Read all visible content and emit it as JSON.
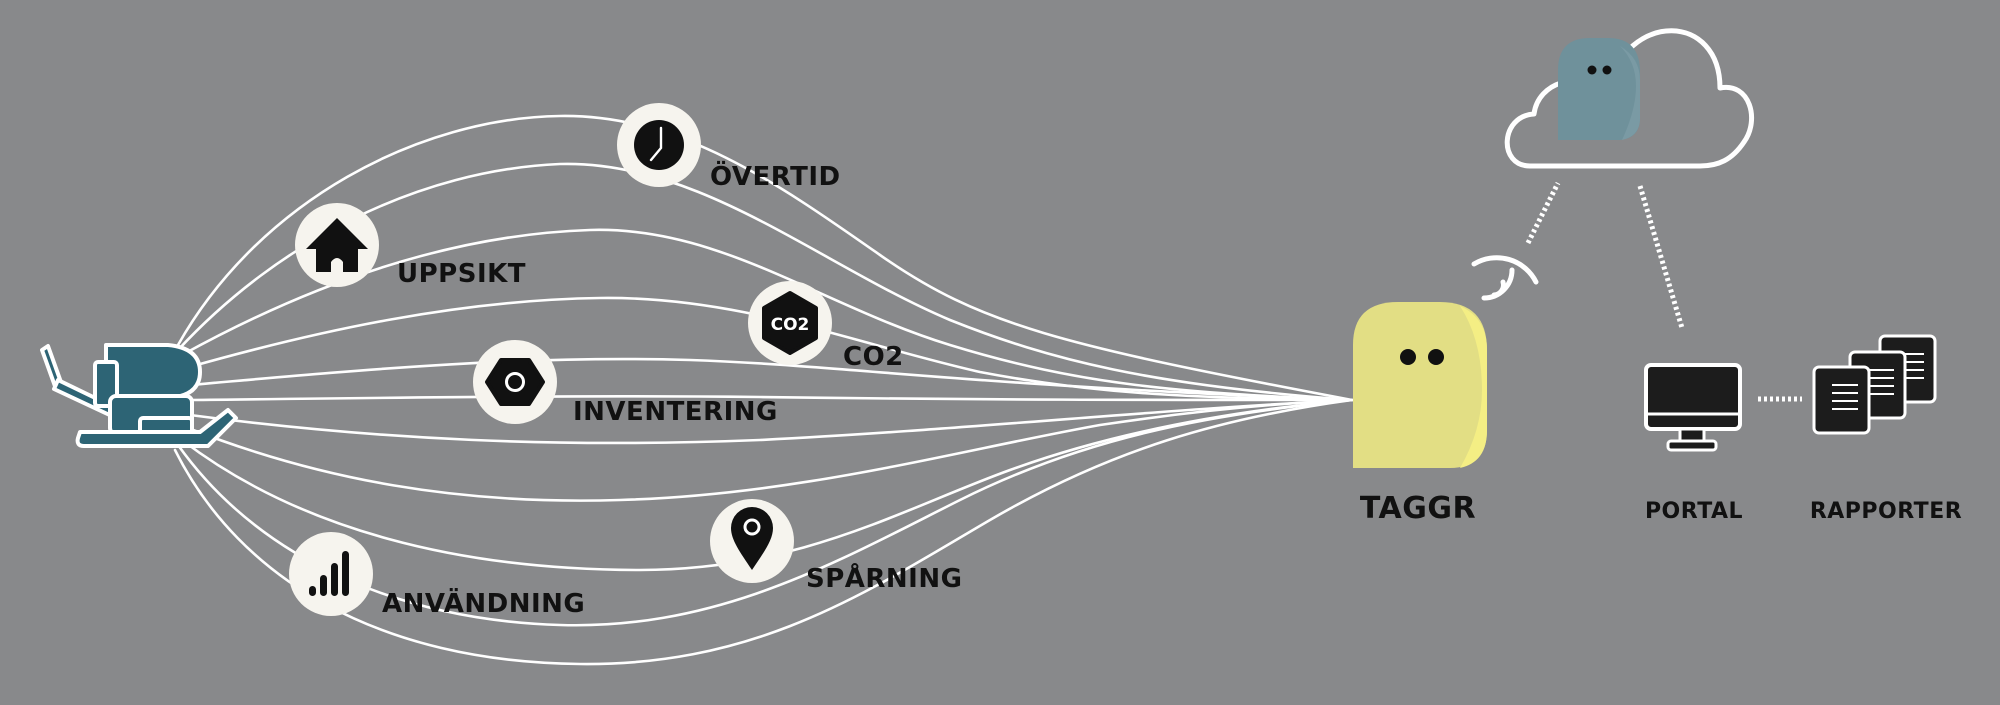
{
  "colors": {
    "background": "#88898b",
    "line": "#ffffff",
    "icon_circle": "#f6f4ee",
    "icon_dark": "#111111",
    "machine_teal": "#2d6475",
    "taggr_yellow": "#f3ee84",
    "cloud_tag": "#6f919b",
    "text": "#111111"
  },
  "nodes": {
    "overtid": {
      "label": "ÖVERTID",
      "icon": "clock-icon"
    },
    "uppsikt": {
      "label": "UPPSIKT",
      "icon": "house-icon"
    },
    "co2": {
      "label": "CO2",
      "icon": "co2-icon",
      "icon_text": "CO2"
    },
    "inventering": {
      "label": "INVENTERING",
      "icon": "hex-nut-icon"
    },
    "anvandning": {
      "label": "ANVÄNDNING",
      "icon": "signal-bars-icon"
    },
    "sparning": {
      "label": "SPÅRNING",
      "icon": "location-pin-icon"
    }
  },
  "taggr": {
    "label": "TAGGR"
  },
  "portal": {
    "label": "PORTAL"
  },
  "rapporter": {
    "label": "RAPPORTER"
  }
}
